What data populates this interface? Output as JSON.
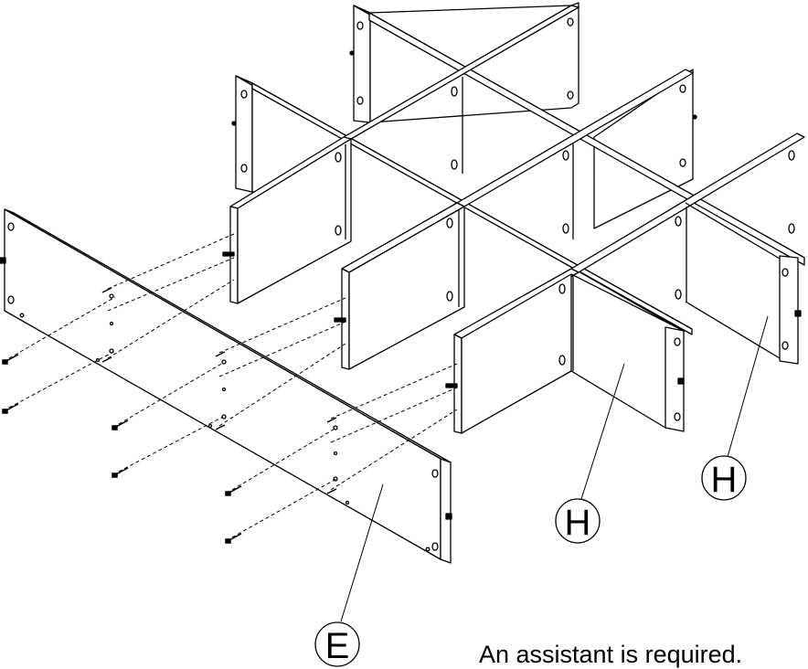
{
  "callouts": {
    "front_panel": "E",
    "divider_center": "H",
    "divider_right": "H"
  },
  "note": "An assistant is required."
}
